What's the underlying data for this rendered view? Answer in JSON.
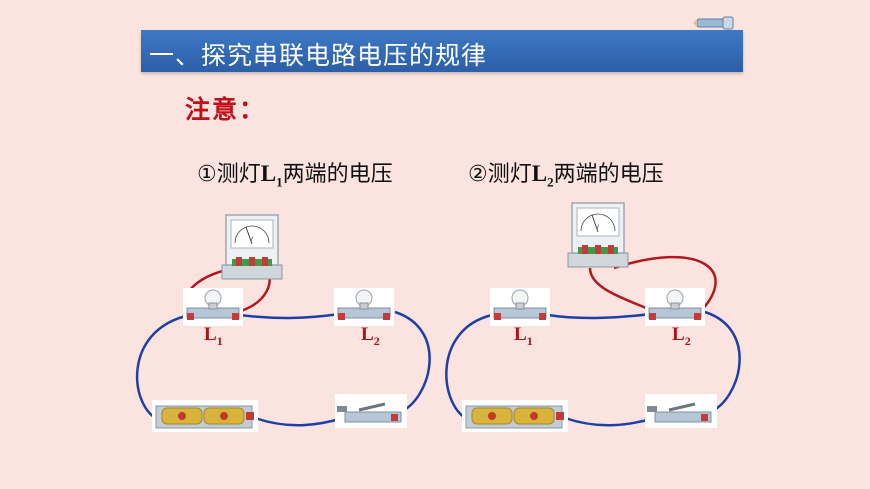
{
  "header": {
    "title": "一、探究串联电路电压的规律"
  },
  "note": {
    "label": "注意："
  },
  "panels": [
    {
      "caption_prefix": "①测灯",
      "caption_letter": "L",
      "caption_sub": "1",
      "caption_suffix": "两端的电压",
      "lamp_labels": [
        {
          "letter": "L",
          "sub": "1"
        },
        {
          "letter": "L",
          "sub": "2"
        }
      ]
    },
    {
      "caption_prefix": "②测灯",
      "caption_letter": "L",
      "caption_sub": "2",
      "caption_suffix": "两端的电压",
      "lamp_labels": [
        {
          "letter": "L",
          "sub": "1"
        },
        {
          "letter": "L",
          "sub": "2"
        }
      ]
    }
  ],
  "colors": {
    "background": "#fbe4df",
    "header_bar": "#2f65b0",
    "note": "#c0101a",
    "main_wire": "#1f3fa8",
    "meter_wire": "#b3181e"
  }
}
